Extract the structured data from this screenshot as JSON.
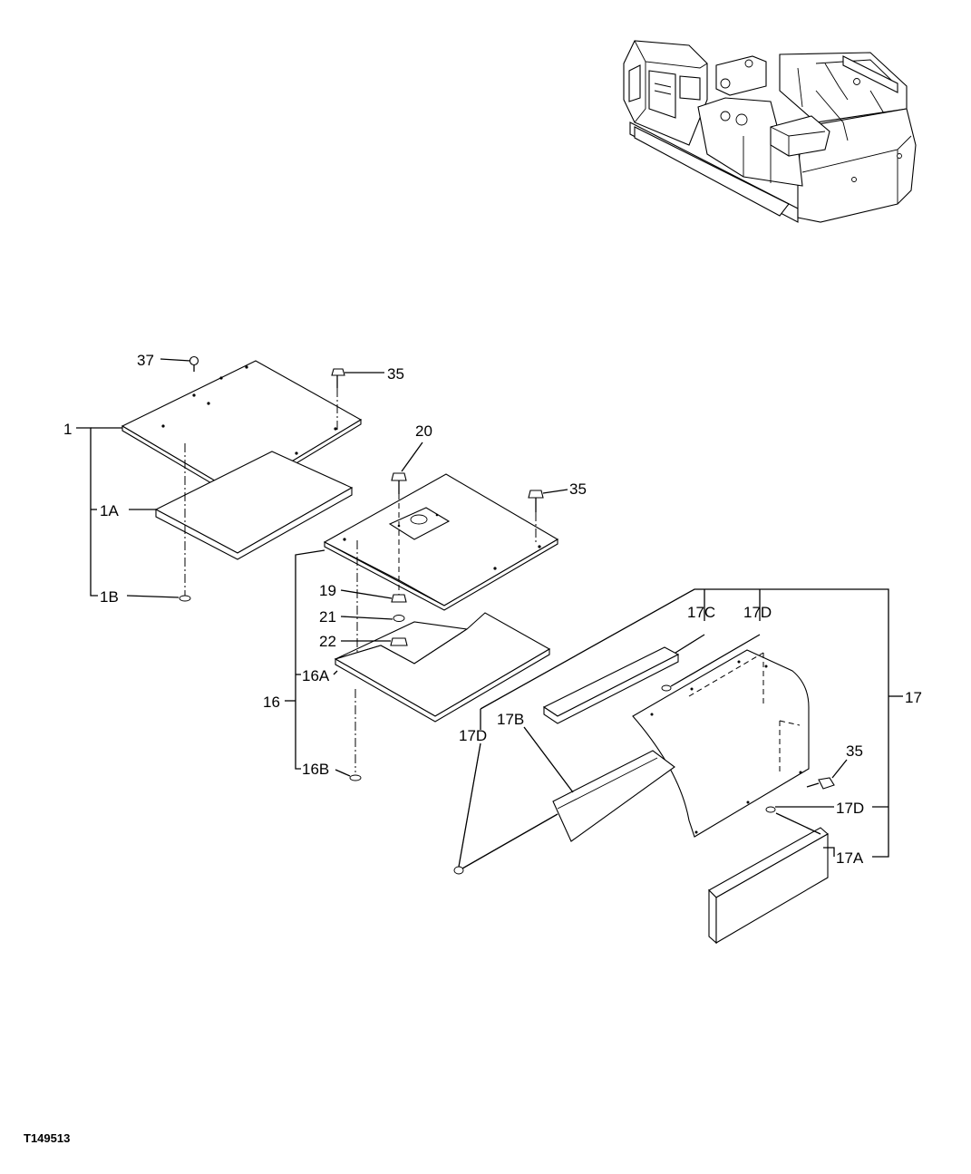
{
  "figure_id": "T149513",
  "callouts": {
    "c37": "37",
    "c35a": "35",
    "c1": "1",
    "c1a": "1A",
    "c1b": "1B",
    "c20": "20",
    "c35b": "35",
    "c19": "19",
    "c21": "21",
    "c22": "22",
    "c16": "16",
    "c16a": "16A",
    "c16b": "16B",
    "c17c": "17C",
    "c17d_top": "17D",
    "c17": "17",
    "c17d_left": "17D",
    "c17b": "17B",
    "c35c": "35",
    "c17d_right": "17D",
    "c17a": "17A"
  }
}
